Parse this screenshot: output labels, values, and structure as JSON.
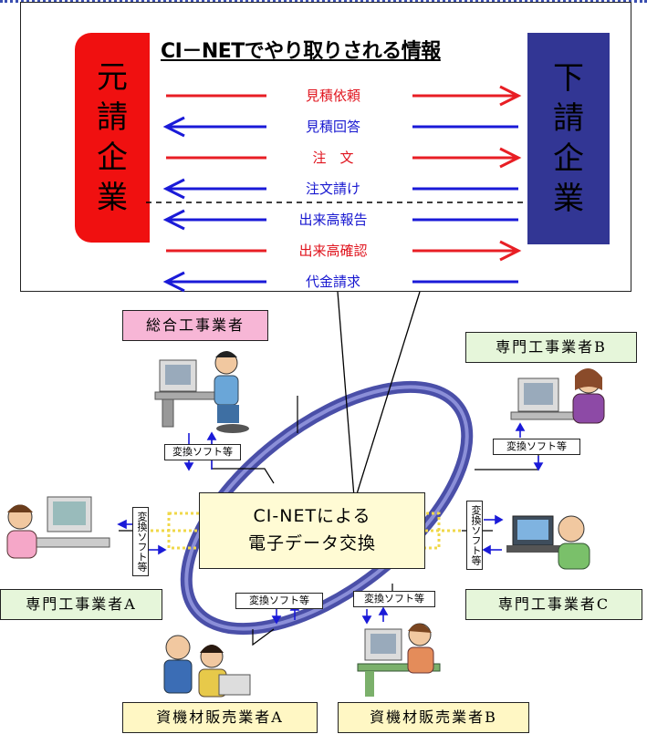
{
  "title": "CI－NETでやり取りされる情報",
  "left_company": [
    "元",
    "請",
    "企",
    "業"
  ],
  "right_company": [
    "下",
    "請",
    "企",
    "業"
  ],
  "messages": [
    {
      "label": "見積依頼",
      "direction": "right",
      "color": "#e0141e"
    },
    {
      "label": "見積回答",
      "direction": "left",
      "color": "#1818d0"
    },
    {
      "label": "注　文",
      "direction": "right",
      "color": "#e0141e"
    },
    {
      "label": "注文請け",
      "direction": "left",
      "color": "#1818d0"
    },
    {
      "label": "出来高報告",
      "direction": "left",
      "color": "#1818d0"
    },
    {
      "label": "出来高確認",
      "direction": "right",
      "color": "#e0141e"
    },
    {
      "label": "代金請求",
      "direction": "left",
      "color": "#1818d0"
    }
  ],
  "center_box": {
    "line1": "CI-NETによる",
    "line2": "電子データ交換"
  },
  "nodes": {
    "general": "総合工事業者",
    "spec_a": "専門工事業者A",
    "spec_b": "専門工事業者B",
    "spec_c": "専門工事業者C",
    "supplier_a": "資機材販売業者A",
    "supplier_b": "資機材販売業者B"
  },
  "software_label": "変換ソフト等",
  "colors": {
    "red": "#f01010",
    "navy": "#323694",
    "arrow_red": "#e81e24",
    "arrow_blue": "#1a1ad8",
    "ring": "#4a4fa8",
    "highlight": "#f0d84a",
    "pink": "#f7b6d6",
    "cream": "#fff7c4",
    "mint": "#e6f6da"
  }
}
